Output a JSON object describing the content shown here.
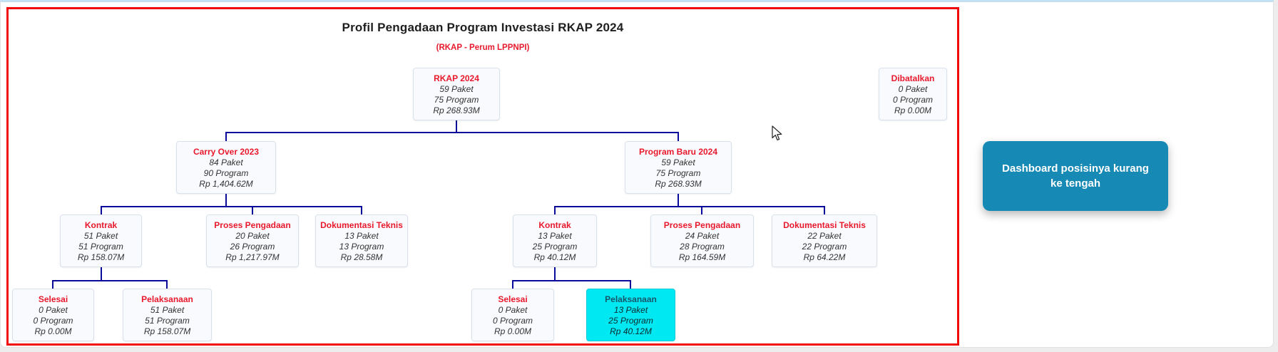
{
  "header": {
    "title": "Profil Pengadaan Program Investasi RKAP 2024",
    "subtitle": "(RKAP - Perum LPPNPI)"
  },
  "annotation": {
    "text": "Dashboard posisinya kurang ke tengah"
  },
  "colors": {
    "annotation_bg": "#1789b5",
    "highlight_bg": "#00e8f1",
    "node_title_red": "#e8192d",
    "connector_navy": "#0b0b9b",
    "frame_border_red": "#f10c0c"
  },
  "nodes": {
    "rkap": {
      "label": "RKAP 2024",
      "paket": "59 Paket",
      "program": "75 Program",
      "value": "Rp 268.93M"
    },
    "dibatalkan": {
      "label": "Dibatalkan",
      "paket": "0 Paket",
      "program": "0 Program",
      "value": "Rp 0.00M"
    },
    "carry": {
      "label": "Carry Over 2023",
      "paket": "84 Paket",
      "program": "90 Program",
      "value": "Rp 1,404.62M"
    },
    "baru": {
      "label": "Program Baru 2024",
      "paket": "59 Paket",
      "program": "75 Program",
      "value": "Rp 268.93M"
    },
    "co_kontrak": {
      "label": "Kontrak",
      "paket": "51 Paket",
      "program": "51 Program",
      "value": "Rp 158.07M"
    },
    "co_proses": {
      "label": "Proses Pengadaan",
      "paket": "20 Paket",
      "program": "26 Program",
      "value": "Rp 1,217.97M"
    },
    "co_dok": {
      "label": "Dokumentasi Teknis",
      "paket": "13 Paket",
      "program": "13 Program",
      "value": "Rp 28.58M"
    },
    "co_selesai": {
      "label": "Selesai",
      "paket": "0 Paket",
      "program": "0 Program",
      "value": "Rp 0.00M"
    },
    "co_pelaksanaan": {
      "label": "Pelaksanaan",
      "paket": "51 Paket",
      "program": "51 Program",
      "value": "Rp 158.07M"
    },
    "pb_kontrak": {
      "label": "Kontrak",
      "paket": "13 Paket",
      "program": "25 Program",
      "value": "Rp 40.12M"
    },
    "pb_proses": {
      "label": "Proses Pengadaan",
      "paket": "24 Paket",
      "program": "28 Program",
      "value": "Rp 164.59M"
    },
    "pb_dok": {
      "label": "Dokumentasi Teknis",
      "paket": "22 Paket",
      "program": "22 Program",
      "value": "Rp 64.22M"
    },
    "pb_selesai": {
      "label": "Selesai",
      "paket": "0 Paket",
      "program": "0 Program",
      "value": "Rp 0.00M"
    },
    "pb_pelaksanaan": {
      "label": "Pelaksanaan",
      "paket": "13 Paket",
      "program": "25 Program",
      "value": "Rp 40.12M"
    }
  }
}
